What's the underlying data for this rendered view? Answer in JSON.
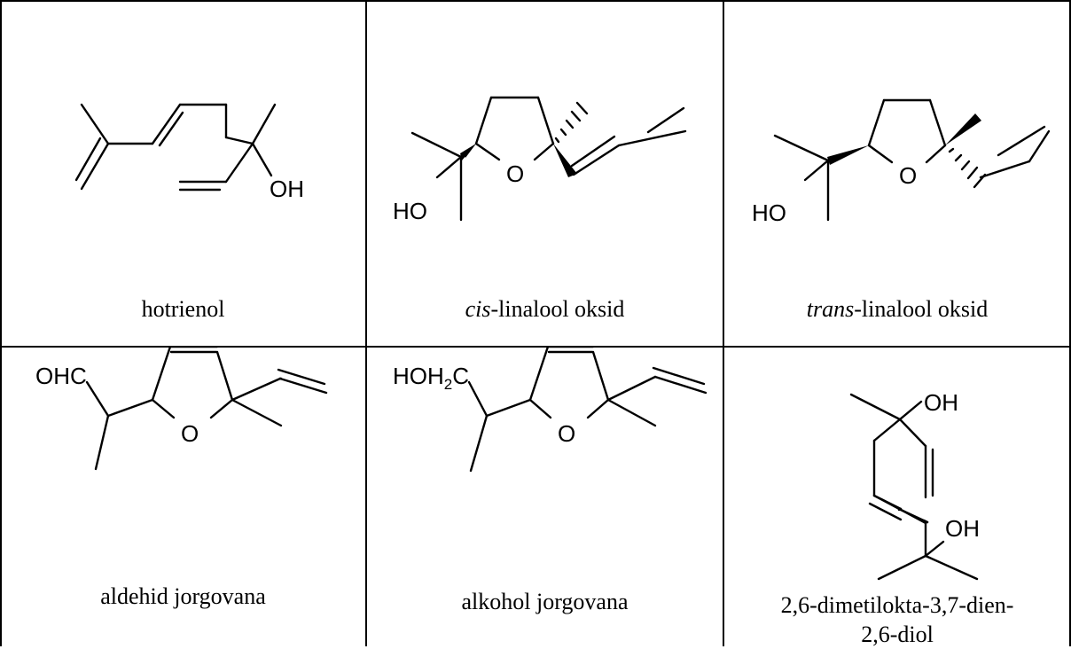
{
  "cells": [
    {
      "caption_prefix": "",
      "caption": "hotrienol",
      "atoms": {
        "oh": "OH"
      }
    },
    {
      "caption_prefix": "cis",
      "caption": "-linalool oksid",
      "atoms": {
        "ho": "HO",
        "o": "O"
      }
    },
    {
      "caption_prefix": "trans",
      "caption": "-linalool oksid",
      "atoms": {
        "ho": "HO",
        "o": "O"
      }
    },
    {
      "caption_prefix": "",
      "caption": "aldehid jorgovana",
      "atoms": {
        "ohc": "OHC",
        "o": "O"
      }
    },
    {
      "caption_prefix": "",
      "caption": "alkohol jorgovana",
      "atoms": {
        "hoh2c_a": "HOH",
        "hoh2c_sub": "2",
        "hoh2c_b": "C",
        "o": "O"
      }
    },
    {
      "caption_prefix": "",
      "caption_line1": "2,6-dimetilokta-3,7-dien-",
      "caption_line2": "2,6-diol",
      "atoms": {
        "oh1": "OH",
        "oh2": "OH"
      }
    }
  ]
}
